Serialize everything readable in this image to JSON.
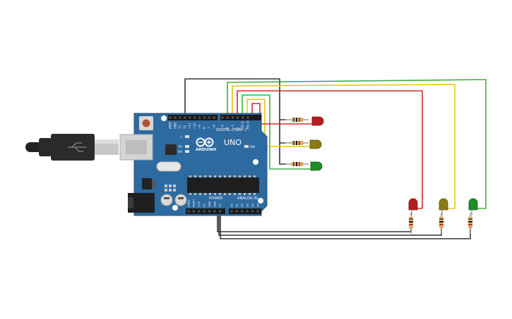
{
  "board": {
    "brand": "ARDUINO",
    "model": "UNO",
    "digital_label": "DIGITAL (PWM~)",
    "power_label": "POWER",
    "analog_label": "ANALOG IN",
    "on_label": "ON",
    "l_label": "L",
    "tx_label": "TX",
    "rx_label": "RX",
    "top_pins": [
      "AREF",
      "GND",
      "13",
      "12",
      "~11",
      "~10",
      "~9",
      "8",
      "7",
      "~6",
      "~5",
      "4",
      "~3",
      "2",
      "TX→1",
      "RX←0"
    ],
    "power_pins": [
      "IOREF",
      "RESET",
      "3.3V",
      "5V",
      "GND",
      "GND",
      "Vin"
    ],
    "analog_pins": [
      "A0",
      "A1",
      "A2",
      "A3",
      "A4",
      "A5"
    ]
  },
  "colors": {
    "board": "#2d6aa0",
    "wire_red": "#d42a2a",
    "wire_yellow": "#e6c619",
    "wire_green": "#3cb043",
    "wire_black": "#333333",
    "led_red": "#b41e1e",
    "led_yellow": "#8a7a14",
    "led_green": "#1e8c28"
  },
  "leds": [
    {
      "name": "red-led-1",
      "color": "red"
    },
    {
      "name": "yellow-led-1",
      "color": "yellow"
    },
    {
      "name": "green-led-1",
      "color": "green"
    },
    {
      "name": "red-led-2",
      "color": "red"
    },
    {
      "name": "yellow-led-2",
      "color": "yellow"
    },
    {
      "name": "green-led-2",
      "color": "green"
    }
  ]
}
